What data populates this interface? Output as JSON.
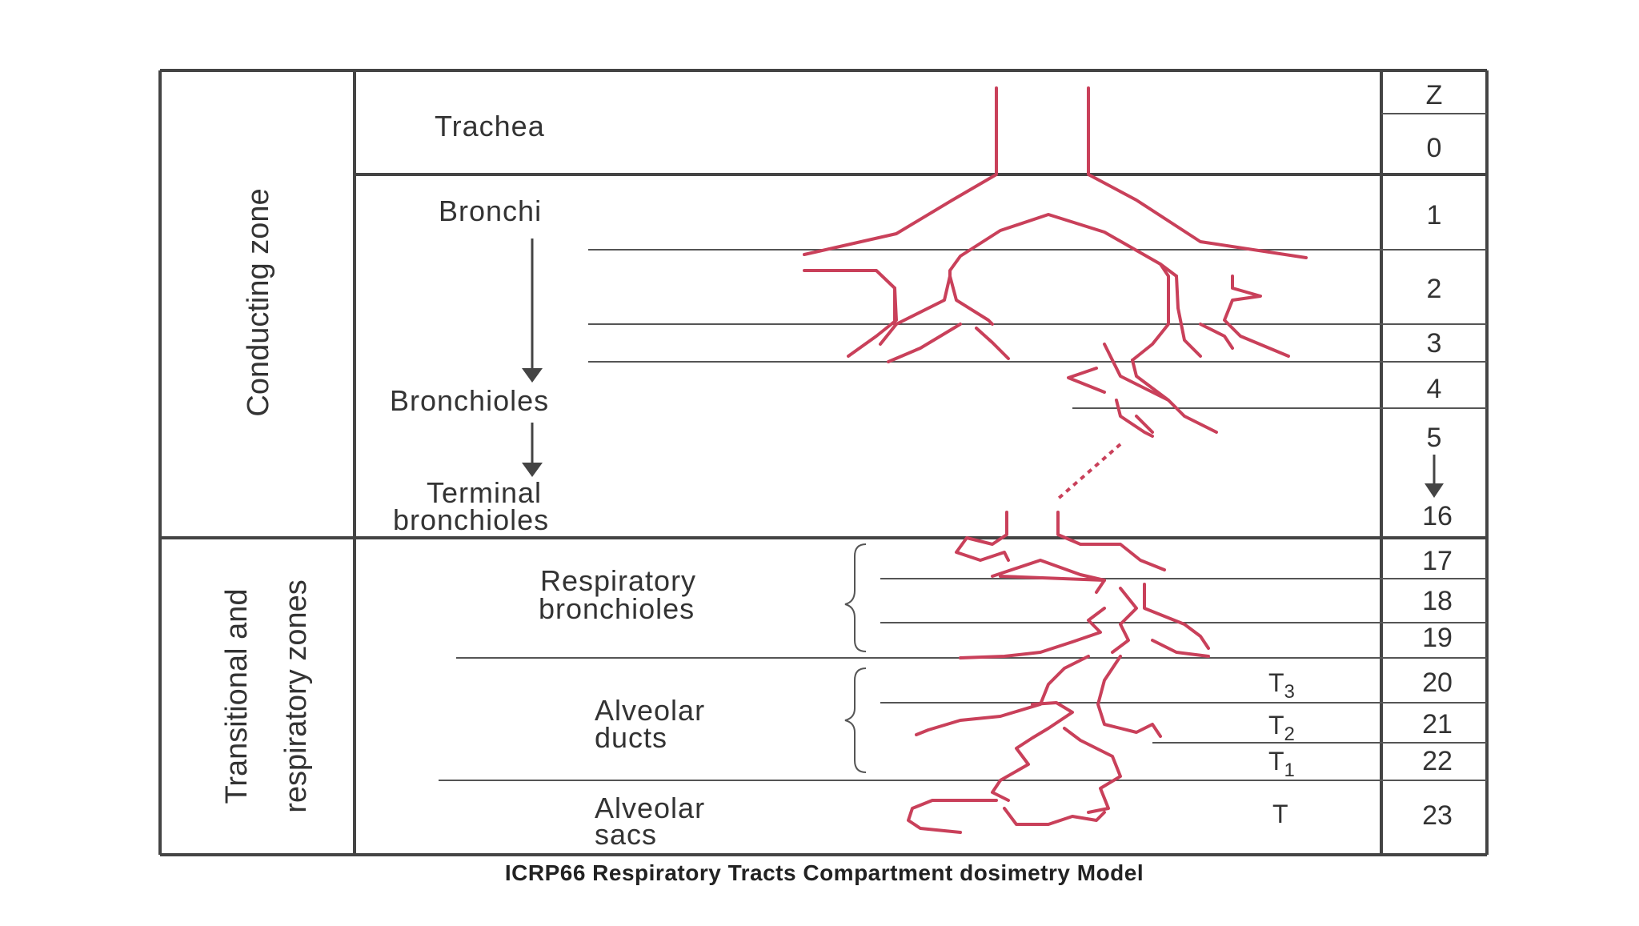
{
  "zones": {
    "conducting": "Conducting zone",
    "transitional_line1": "Transitional and",
    "transitional_line2": "respiratory zones"
  },
  "regions": {
    "trachea": "Trachea",
    "bronchi": "Bronchi",
    "bronchioles": "Bronchioles",
    "terminal_line1": "Terminal",
    "terminal_line2": "bronchioles",
    "resp_line1": "Respiratory",
    "resp_line2": "bronchioles",
    "ducts_line1": "Alveolar",
    "ducts_line2": "ducts",
    "sacs_line1": "Alveolar",
    "sacs_line2": "sacs"
  },
  "generations": {
    "header": "Z",
    "g0": "0",
    "g1": "1",
    "g2": "2",
    "g3": "3",
    "g4": "4",
    "g5": "5",
    "g16": "16",
    "g17": "17",
    "g18": "18",
    "g19": "19",
    "g20": "20",
    "g21": "21",
    "g22": "22",
    "g23": "23"
  },
  "t_labels": {
    "t3": "T3",
    "t2": "T2",
    "t1": "T1",
    "t": "T"
  },
  "caption": "ICRP66 Respiratory Tracts Compartment dosimetry Model",
  "colors": {
    "airway": "#c9405a",
    "frame": "#444444",
    "text": "#333333"
  }
}
